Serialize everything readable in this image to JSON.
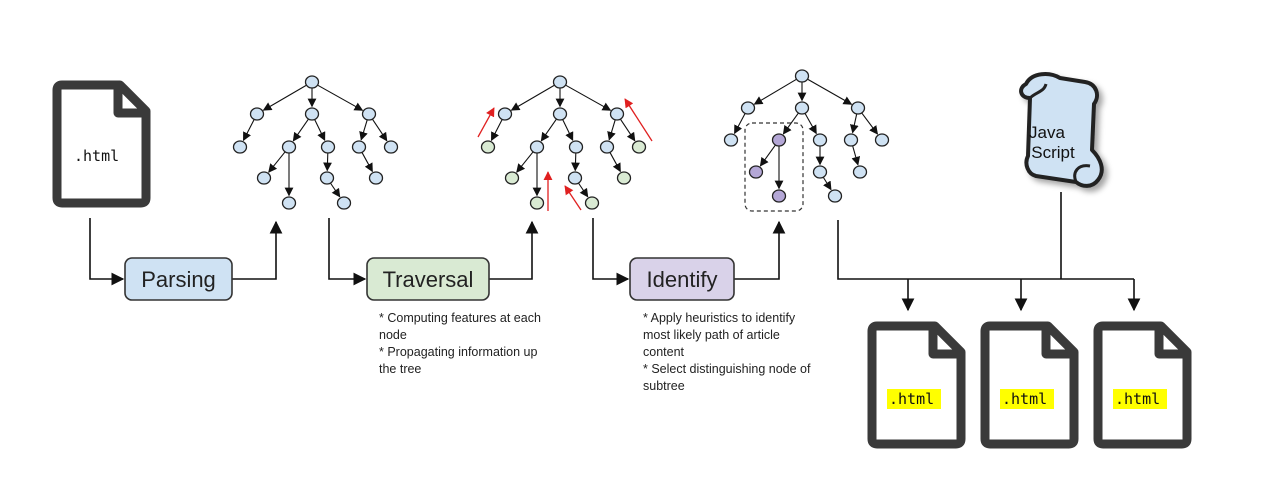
{
  "input_file": {
    "label": ".html"
  },
  "stages": [
    {
      "id": "parsing",
      "label": "Parsing"
    },
    {
      "id": "traversal",
      "label": "Traversal"
    },
    {
      "id": "identify",
      "label": "Identify"
    }
  ],
  "notes": {
    "traversal": [
      "* Computing features at each node",
      "* Propagating information up the tree"
    ],
    "identify": [
      "* Apply heuristics to identify most likely path of article content",
      "* Select distinguishing node of subtree"
    ]
  },
  "javascript": {
    "line1": "Java",
    "line2": "Script"
  },
  "output_files": [
    {
      "label": ".html"
    },
    {
      "label": ".html"
    },
    {
      "label": ".html"
    }
  ],
  "colors": {
    "node_default": "#cfe2f3",
    "node_highlight": "#d9ead3",
    "node_selected": "#b4a7d6",
    "parsing_box": "#cfe2f3",
    "traversal_box": "#d9ead3",
    "identify_box": "#d9d2e9",
    "propagation_arrow": "#e02020",
    "output_highlight": "#ffff00",
    "scroll_fill": "#cfe2f3"
  }
}
